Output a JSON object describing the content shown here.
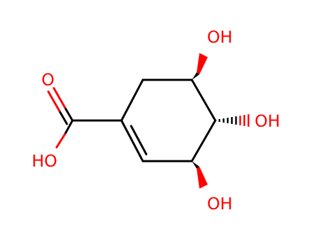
{
  "molecule": {
    "atom_labels": {
      "carbonyl_o": "O",
      "acid_oh": "HO",
      "oh_top": "OH",
      "oh_right": "OH",
      "oh_bottom": "OH"
    },
    "colors": {
      "bond": "#000000",
      "heteroatom": "#ff0000"
    }
  }
}
